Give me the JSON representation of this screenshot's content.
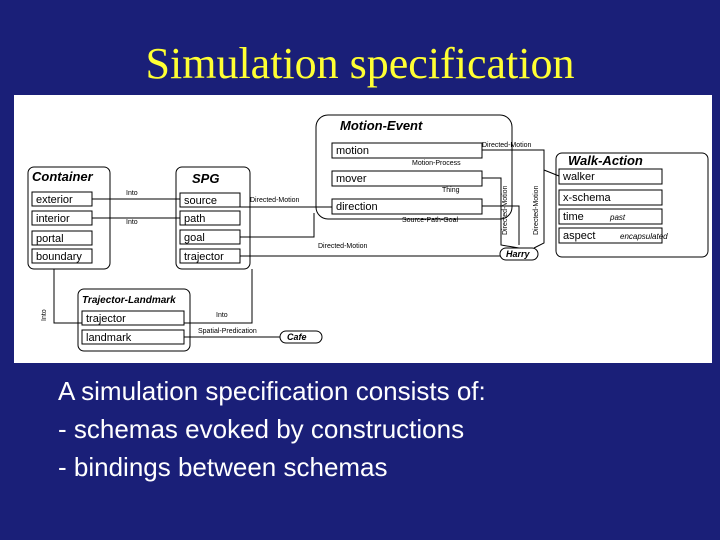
{
  "title": "Simulation specification",
  "diagram": {
    "motion_event": {
      "header": "Motion-Event",
      "slots": [
        "motion",
        "mover",
        "direction"
      ]
    },
    "walk_action": {
      "header": "Walk-Action",
      "slots": [
        "walker",
        "x-schema",
        "time",
        "aspect"
      ],
      "values": {
        "time": "past",
        "aspect": "encapsulated"
      }
    },
    "container": {
      "header": "Container",
      "slots": [
        "exterior",
        "interior",
        "portal",
        "boundary"
      ]
    },
    "spg": {
      "header": "SPG",
      "slots": [
        "source",
        "path",
        "goal",
        "trajector"
      ]
    },
    "trajector_landmark": {
      "header": "Trajector-Landmark",
      "slots": [
        "trajector",
        "landmark"
      ]
    },
    "links": {
      "into1": "Into",
      "into2": "Into",
      "into3": "Into",
      "into4": "Into",
      "directed_motion_top": "Directed-Motion",
      "directed_motion_spg": "Directed-Motion",
      "directed_motion_trajector": "Directed-Motion",
      "directed_motion_vert1": "Directed-Motion",
      "directed_motion_vert2": "Directed-Motion",
      "motion_process": "Motion-Process",
      "thing": "Thing",
      "source_path_goal": "Source-Path-Goal",
      "spatial_predication": "Spatial-Predication"
    },
    "instances": {
      "harry": "Harry",
      "cafe": "Cafe"
    }
  },
  "bullets": [
    "A simulation specification consists of:",
    "- schemas evoked by constructions",
    "- bindings between schemas"
  ]
}
